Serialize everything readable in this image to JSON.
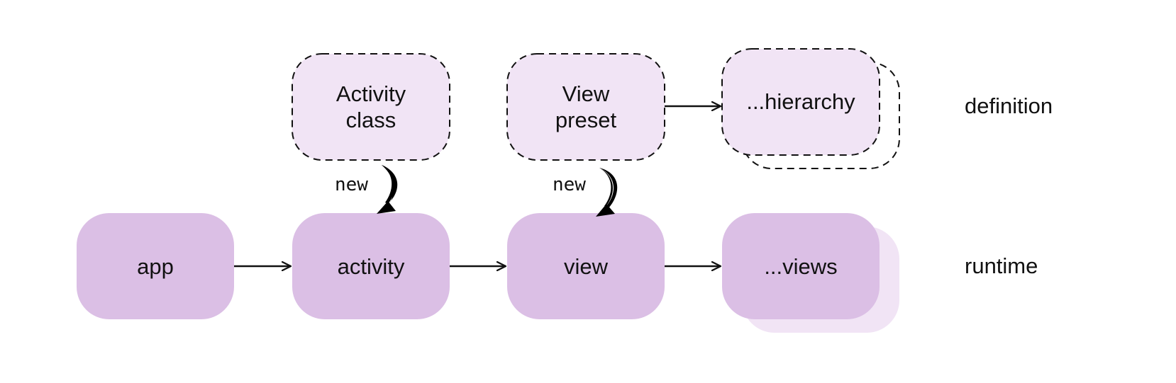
{
  "diagram": {
    "definition_nodes": {
      "activity_class": [
        "Activity",
        "class"
      ],
      "view_preset": [
        "View",
        "preset"
      ],
      "hierarchy": "...hierarchy"
    },
    "runtime_nodes": {
      "app": "app",
      "activity": "activity",
      "view": "view",
      "views": "...views"
    },
    "edge_labels": {
      "activity_new": "new",
      "view_new": "new"
    },
    "row_labels": {
      "definition": "definition",
      "runtime": "runtime"
    }
  },
  "colors": {
    "definition_fill": "#f1e4f5",
    "runtime_fill": "#dbbfe5",
    "shadow_fill": "#f1e4f5",
    "stroke": "#111111",
    "background": "#ffffff"
  }
}
